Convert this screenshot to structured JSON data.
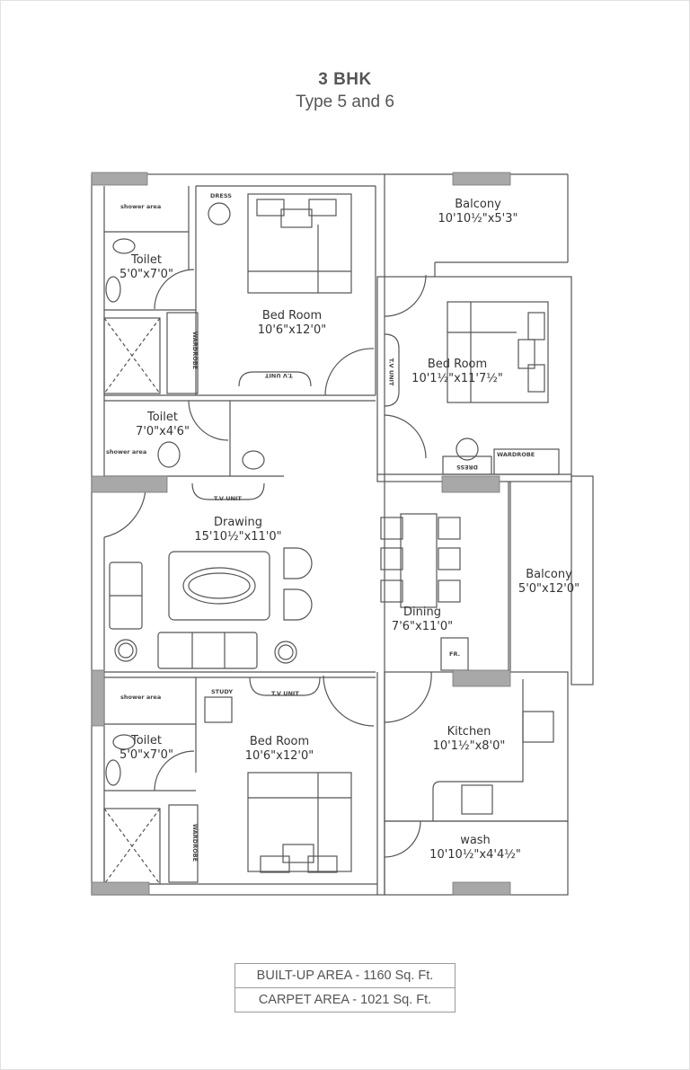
{
  "header": {
    "title": "3 BHK",
    "subtitle": "Type 5 and 6"
  },
  "rooms": {
    "toilet_1": {
      "name": "Toilet",
      "size": "5'0\"x7'0\""
    },
    "bedroom_1": {
      "name": "Bed Room",
      "size": "10'6\"x12'0\""
    },
    "balcony_1": {
      "name": "Balcony",
      "size": "10'10½\"x5'3\""
    },
    "bedroom_2": {
      "name": "Bed Room",
      "size": "10'1½\"x11'7½\""
    },
    "toilet_2": {
      "name": "Toilet",
      "size": "7'0\"x4'6\""
    },
    "drawing": {
      "name": "Drawing",
      "size": "15'10½\"x11'0\""
    },
    "dining": {
      "name": "Dining",
      "size": "7'6\"x11'0\""
    },
    "balcony_2": {
      "name": "Balcony",
      "size": "5'0\"x12'0\""
    },
    "toilet_3": {
      "name": "Toilet",
      "size": "5'0\"x7'0\""
    },
    "bedroom_3": {
      "name": "Bed Room",
      "size": "10'6\"x12'0\""
    },
    "kitchen": {
      "name": "Kitchen",
      "size": "10'1½\"x8'0\""
    },
    "wash": {
      "name": "wash",
      "size": "10'10½\"x4'4½\""
    }
  },
  "fixtures": {
    "shower_area": "shower area",
    "dress": "DRESS",
    "wardrobe": "WARDROBE",
    "tv_unit": "T.V UNIT",
    "study": "STUDY",
    "fridge": "FR."
  },
  "areas": {
    "built_up": "BUILT-UP AREA - 1160 Sq. Ft.",
    "carpet": "CARPET AREA - 1021 Sq. Ft."
  },
  "colors": {
    "wall": "#555555",
    "window_block": "#a8a8a8",
    "text": "#333333"
  }
}
